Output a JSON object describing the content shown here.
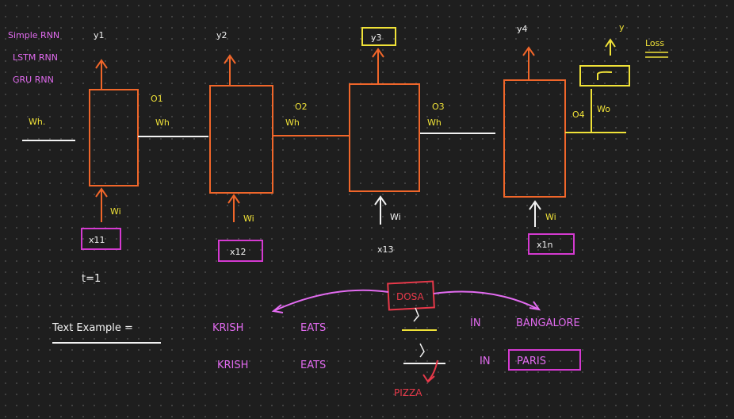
{
  "colors": {
    "background": "#1e1e1e",
    "rnn_box": "#f0662a",
    "yellow": "#f0e238",
    "pink": "#e26bf0",
    "magenta_box": "#d43ad0",
    "red": "#e8394a",
    "white": "#f2f2f2"
  },
  "legend": {
    "line1": "Simple RNN",
    "line2": "LSTM RNN",
    "line3": "GRU RNN"
  },
  "labels": {
    "wh_left": "Wh.",
    "y1": "y1",
    "y2": "y2",
    "y3": "y3",
    "y4": "y4",
    "y_final": "y",
    "loss": "Loss",
    "o1": "O1",
    "o2": "O2",
    "o3": "O3",
    "o4": "O4",
    "wo": "Wo",
    "wh1": "Wh",
    "wh2": "Wh",
    "wh3": "Wh",
    "wi1": "Wi",
    "wi2": "Wi",
    "wi3": "Wi",
    "wi4": "Wi",
    "x11": "x11",
    "x12": "x12",
    "x13": "x13",
    "x1n": "x1n",
    "t1": "t=1"
  },
  "text_example": {
    "label": "Text Example =",
    "row1": [
      "KRISH",
      "EATS",
      "IN",
      "BANGALORE"
    ],
    "row2": [
      "KRISH",
      "EATS",
      "IN",
      "PARIS"
    ],
    "dosa": "DOSA",
    "pizza": "PIZZA"
  }
}
